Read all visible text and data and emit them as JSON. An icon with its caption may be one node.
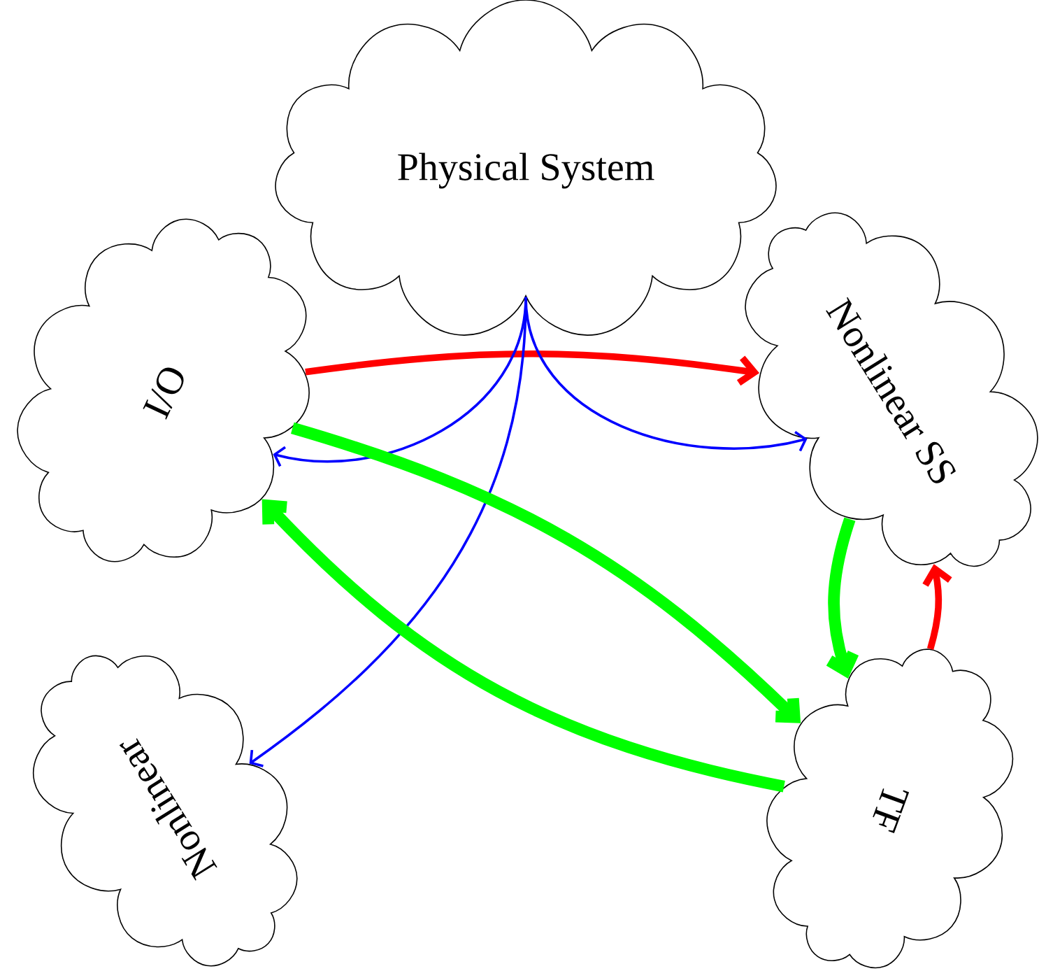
{
  "diagram": {
    "nodes": [
      {
        "text": [
          "Physical System"
        ]
      },
      {
        "text": [
          "I/O"
        ]
      },
      {
        "text": [
          "Nonlinear SS"
        ]
      },
      {
        "text": [
          "Nonlinear"
        ]
      },
      {
        "text": [
          "TF"
        ]
      }
    ],
    "edges": [
      {
        "from": 1,
        "to": 2,
        "arrow": "to",
        "color": "#ff0000"
      },
      {
        "from": 0,
        "to": 1,
        "arrow": "to",
        "color": "#0000ff"
      },
      {
        "from": 0,
        "to": 2,
        "arrow": "to",
        "color": "#0000ff"
      },
      {
        "from": 0,
        "to": 3,
        "arrow": "to",
        "color": "#0000ff"
      },
      {
        "from": 1,
        "to": 4,
        "arrow": "to",
        "color": "#00ff00"
      },
      {
        "from": 4,
        "to": 1,
        "arrow": "to",
        "color": "#00ff00"
      },
      {
        "from": 2,
        "to": 4,
        "arrow": "to",
        "color": "#00ff00"
      },
      {
        "from": 4,
        "to": 2,
        "arrow": "to",
        "color": "#ff0000"
      }
    ]
  }
}
